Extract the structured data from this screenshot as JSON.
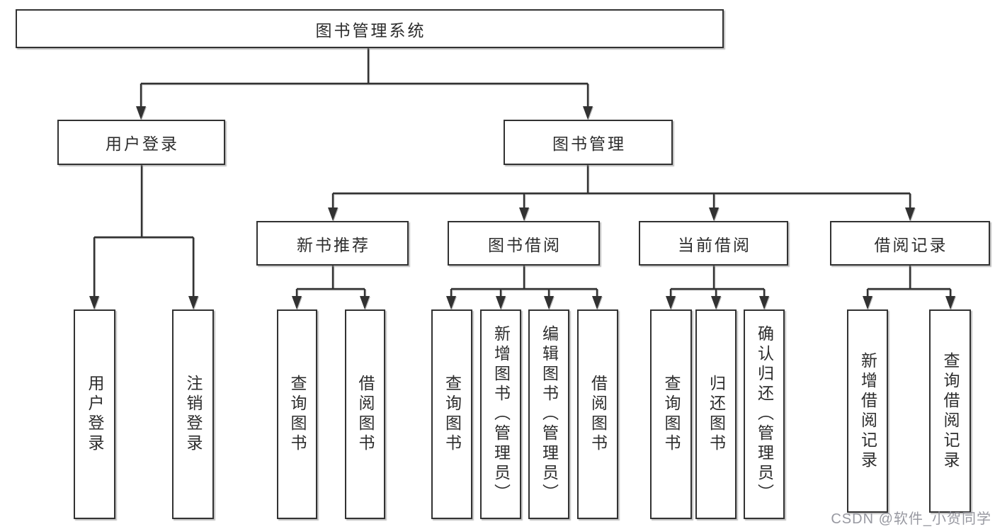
{
  "tree": {
    "root": {
      "label": "图书管理系统"
    },
    "level2": [
      {
        "label": "用户登录"
      },
      {
        "label": "图书管理"
      }
    ],
    "level3": [
      {
        "label": "新书推荐"
      },
      {
        "label": "图书借阅"
      },
      {
        "label": "当前借阅"
      },
      {
        "label": "借阅记录"
      }
    ],
    "leaves": {
      "user_login": [
        {
          "label": "用户登录"
        },
        {
          "label": "注销登录"
        }
      ],
      "new_book_recommend": [
        {
          "label": "查询图书"
        },
        {
          "label": "借阅图书"
        }
      ],
      "book_borrow": [
        {
          "label": "查询图书"
        },
        {
          "label": "新增图书（管理员）"
        },
        {
          "label": "编辑图书（管理员）"
        },
        {
          "label": "借阅图书"
        }
      ],
      "current_borrow": [
        {
          "label": "查询图书"
        },
        {
          "label": "归还图书"
        },
        {
          "label": "确认归还（管理员）"
        }
      ],
      "borrow_records": [
        {
          "label": "新增借阅记录"
        },
        {
          "label": "查询借阅记录"
        }
      ]
    }
  },
  "watermark": {
    "text": "CSDN @软件_小贺同学"
  },
  "colors": {
    "line": "#323232",
    "text": "#2d2d2d",
    "box_border": "#323232",
    "box_bg": "#ffffff",
    "watermark_text": "#90919a",
    "background": "#ffffff"
  }
}
